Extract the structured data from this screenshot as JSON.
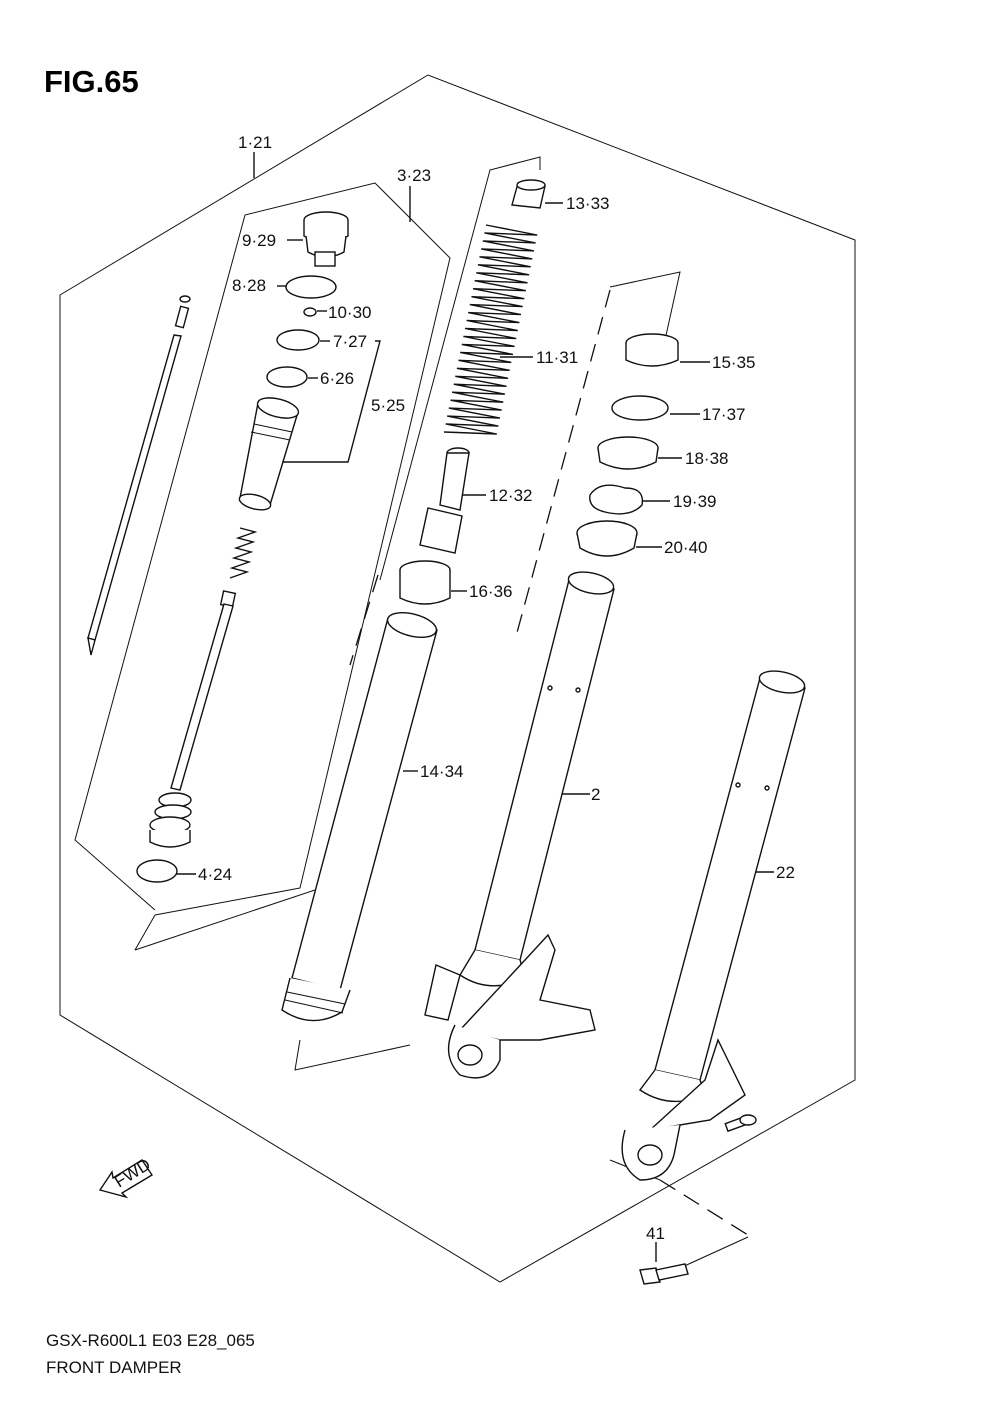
{
  "figure": {
    "title": "FIG.65",
    "model_code": "GSX-R600L1 E03 E28_065",
    "name": "FRONT DAMPER",
    "fwd_label": "FWD"
  },
  "callouts": {
    "p1": "1·21",
    "p3": "3·23",
    "p9": "9·29",
    "p8": "8·28",
    "p10": "10·30",
    "p7": "7·27",
    "p6": "6·26",
    "p5": "5·25",
    "p4": "4·24",
    "p13": "13·33",
    "p11": "11·31",
    "p12": "12·32",
    "p16": "16·36",
    "p14": "14·34",
    "p15": "15·35",
    "p17": "17·37",
    "p18": "18·38",
    "p19": "19·39",
    "p20": "20·40",
    "p2": "2",
    "p22": "22",
    "p41": "41"
  }
}
